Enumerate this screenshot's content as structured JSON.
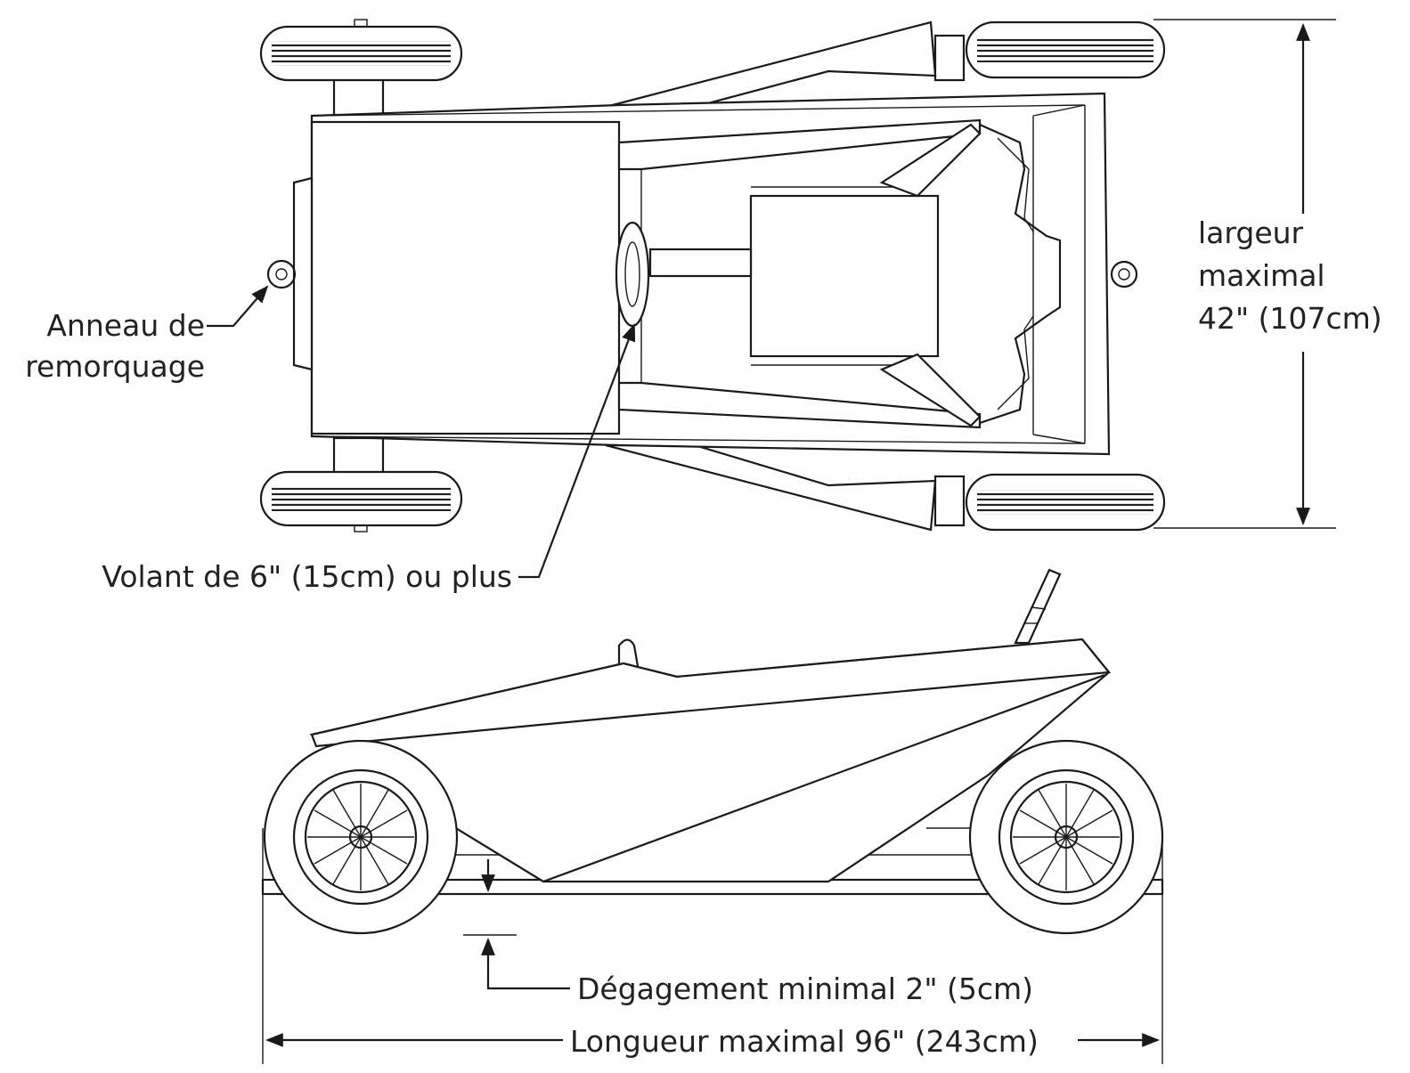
{
  "labels": {
    "tow_ring": [
      "Anneau de",
      "remorquage"
    ],
    "width": [
      "largeur",
      "maximal",
      "42\" (107cm)"
    ],
    "steering_wheel": "Volant de 6\" (15cm) ou plus",
    "clearance": "Dégagement minimal  2\" (5cm)",
    "length": "Longueur maximal 96\" (243cm)"
  },
  "colors": {
    "line": "#1a1a1a",
    "text": "#222222",
    "background": "#ffffff"
  }
}
